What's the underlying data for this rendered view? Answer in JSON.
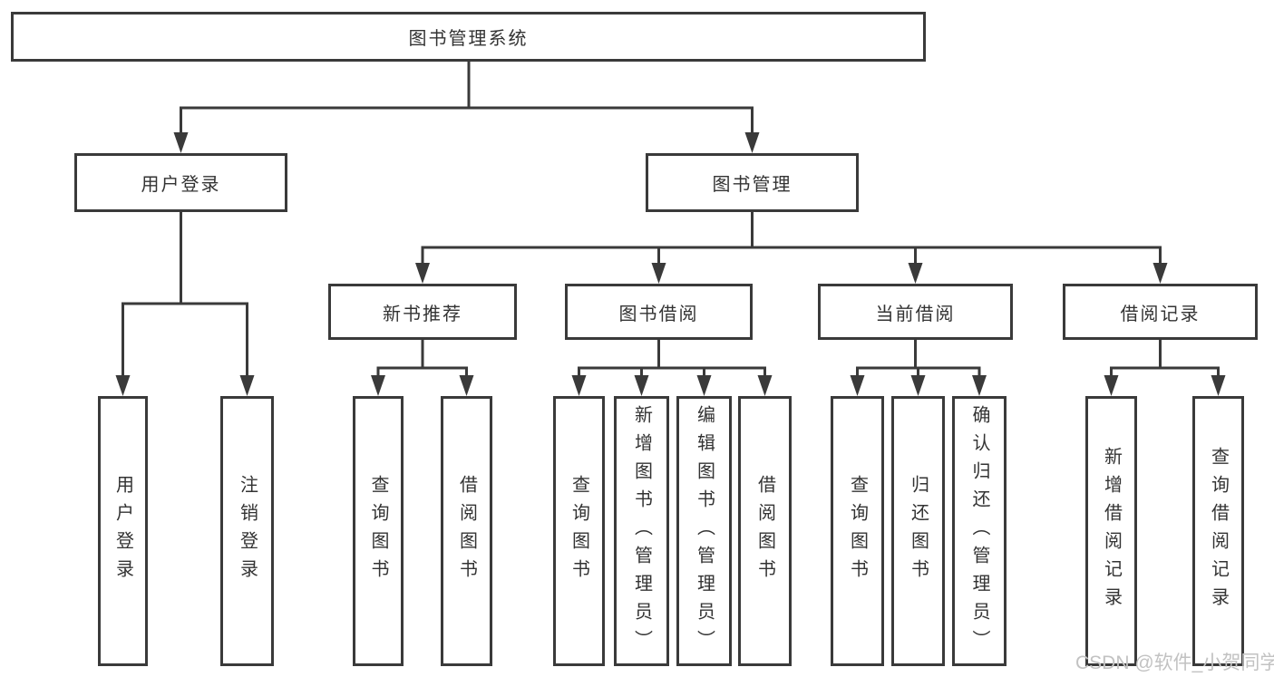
{
  "colors": {
    "line": "#3a3a3a",
    "text": "#333333",
    "background": "#ffffff",
    "watermark": "#c2c2c2"
  },
  "diagram": {
    "root": {
      "label": "图书管理系统"
    },
    "branches": [
      {
        "label": "用户登录"
      },
      {
        "label": "图书管理"
      }
    ],
    "sections": [
      {
        "label": "新书推荐"
      },
      {
        "label": "图书借阅"
      },
      {
        "label": "当前借阅"
      },
      {
        "label": "借阅记录"
      }
    ],
    "leaves": [
      {
        "label": "用户登录"
      },
      {
        "label": "注销登录"
      },
      {
        "label": "查询图书"
      },
      {
        "label": "借阅图书"
      },
      {
        "label": "查询图书"
      },
      {
        "label": "新增图书（管理员）"
      },
      {
        "label": "编辑图书（管理员）"
      },
      {
        "label": "借阅图书"
      },
      {
        "label": "查询图书"
      },
      {
        "label": "归还图书"
      },
      {
        "label": "确认归还（管理员）"
      },
      {
        "label": "新增借阅记录"
      },
      {
        "label": "查询借阅记录"
      }
    ]
  },
  "watermark": {
    "text": "CSDN @软件_小贺同学"
  }
}
